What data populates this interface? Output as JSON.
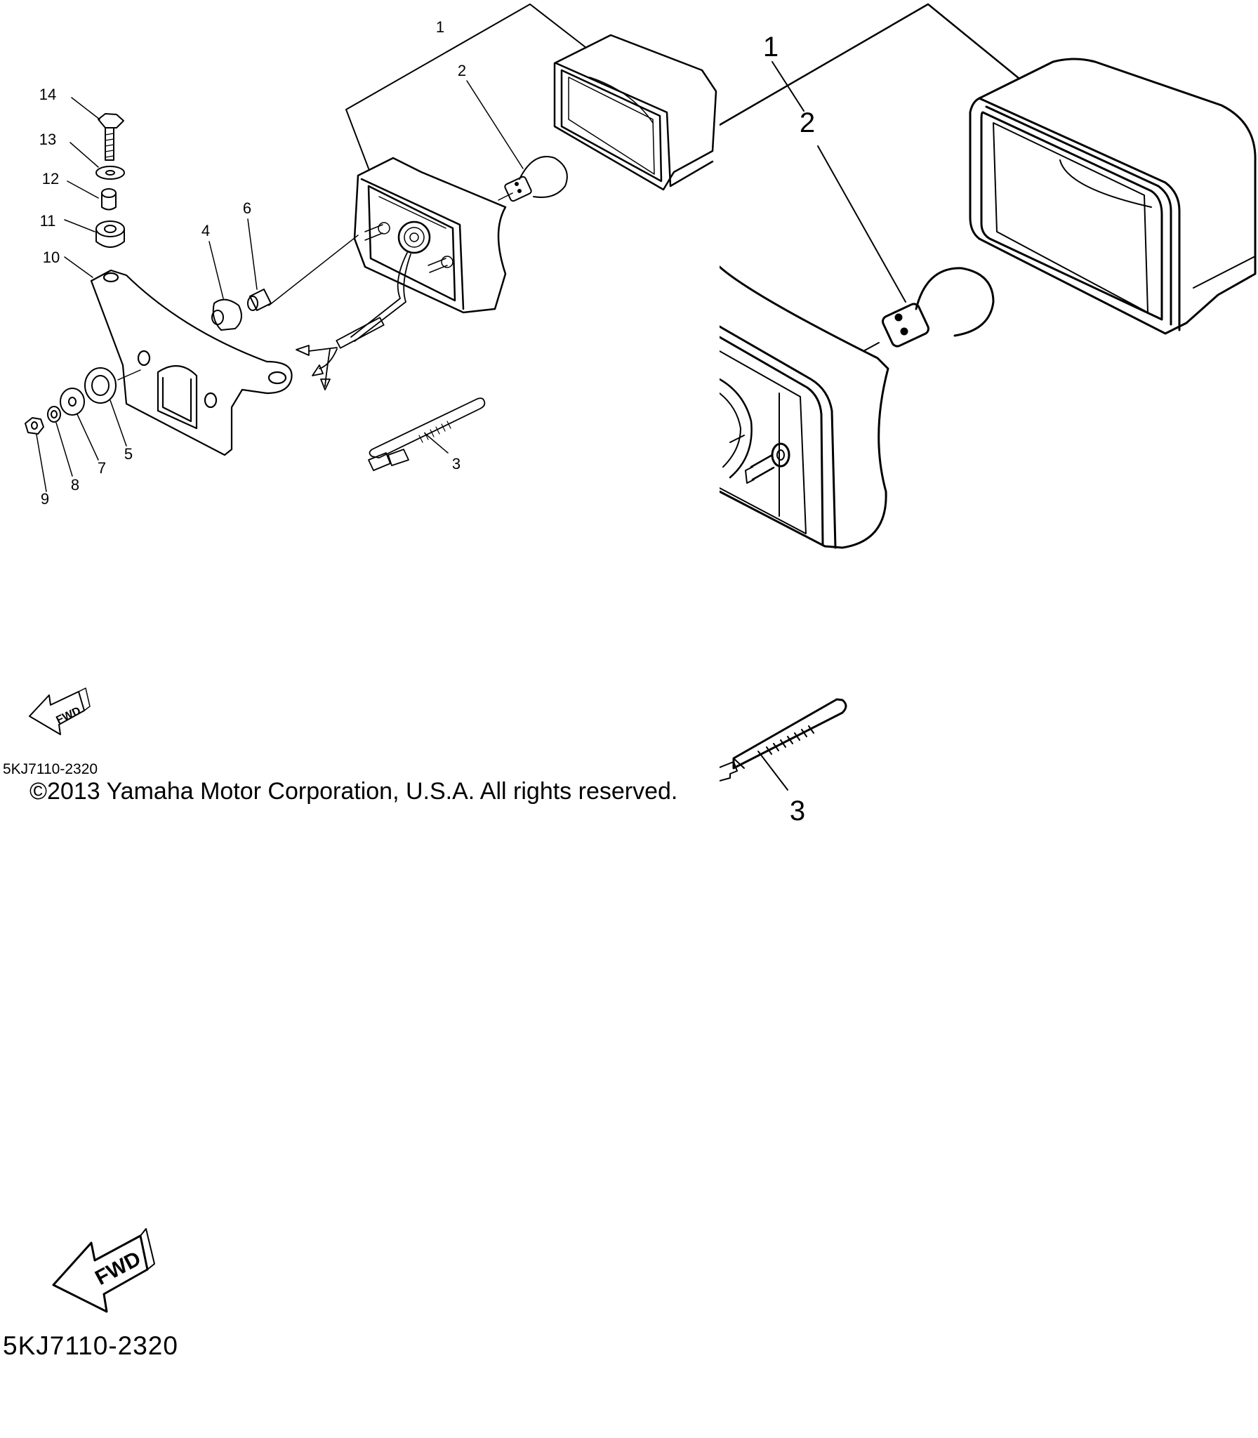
{
  "callouts_main": [
    {
      "id": "1",
      "label": "1"
    },
    {
      "id": "2",
      "label": "2"
    },
    {
      "id": "3",
      "label": "3"
    },
    {
      "id": "4",
      "label": "4"
    },
    {
      "id": "5",
      "label": "5"
    },
    {
      "id": "6",
      "label": "6"
    },
    {
      "id": "7",
      "label": "7"
    },
    {
      "id": "8",
      "label": "8"
    },
    {
      "id": "9",
      "label": "9"
    },
    {
      "id": "10",
      "label": "10"
    },
    {
      "id": "11",
      "label": "11"
    },
    {
      "id": "12",
      "label": "12"
    },
    {
      "id": "13",
      "label": "13"
    },
    {
      "id": "14",
      "label": "14"
    }
  ],
  "callouts_detail": [
    {
      "id": "1",
      "label": "1"
    },
    {
      "id": "2",
      "label": "2"
    },
    {
      "id": "3",
      "label": "3"
    }
  ],
  "fwd_label": "FWD",
  "diagram_code": "5KJ7110-2320",
  "copyright": "©2013 Yamaha Motor Corporation, U.S.A. All rights reserved."
}
